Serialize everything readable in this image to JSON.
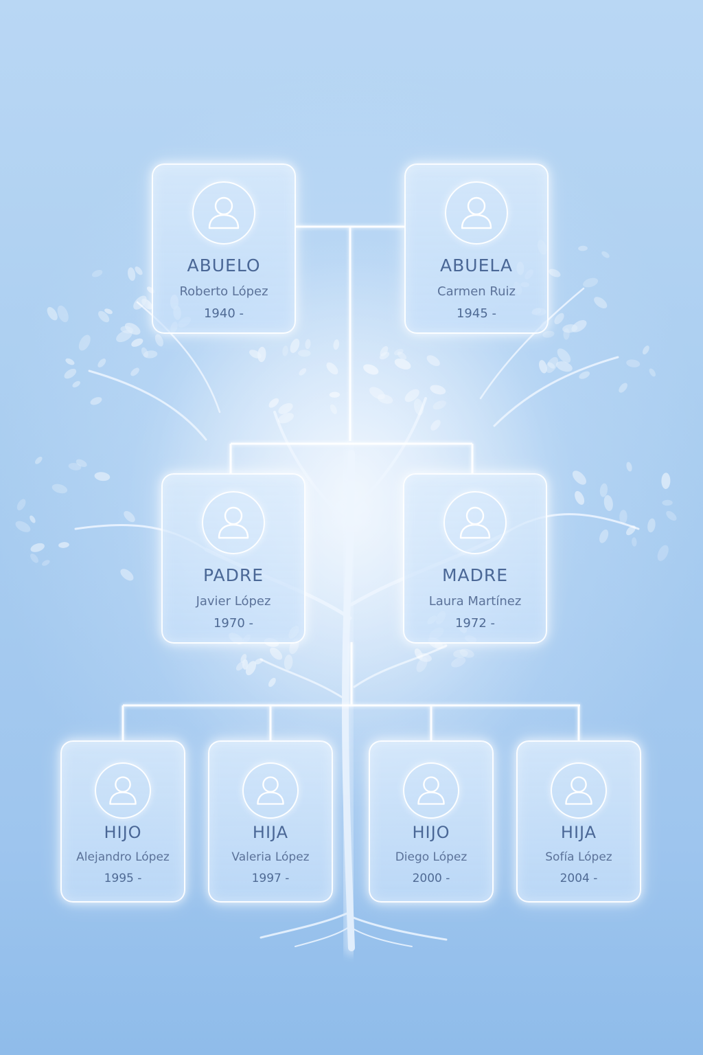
{
  "colors": {
    "background_top": "#b9d7f4",
    "background_bottom": "#8fbcea",
    "card_border": "#ffffff",
    "role_text": "#4a6796",
    "name_text": "#5b7299",
    "connector": "#ffffff"
  },
  "icons": {
    "avatar": "user-silhouette-icon"
  },
  "grandparents": [
    {
      "role": "ABUELO",
      "name": "Roberto López",
      "years": "1940 -"
    },
    {
      "role": "ABUELA",
      "name": "Carmen Ruiz",
      "years": "1945 -"
    }
  ],
  "parents": [
    {
      "role": "PADRE",
      "name": "Javier López",
      "years": "1970 -"
    },
    {
      "role": "MADRE",
      "name": "Laura Martínez",
      "years": "1972 -"
    }
  ],
  "children": [
    {
      "role": "HIJO",
      "name": "Alejandro López",
      "years": "1995 -"
    },
    {
      "role": "HIJA",
      "name": "Valeria López",
      "years": "1997 -"
    },
    {
      "role": "HIJO",
      "name": "Diego López",
      "years": "2000 -"
    },
    {
      "role": "HIJA",
      "name": "Sofía López",
      "years": "2004 -"
    }
  ]
}
